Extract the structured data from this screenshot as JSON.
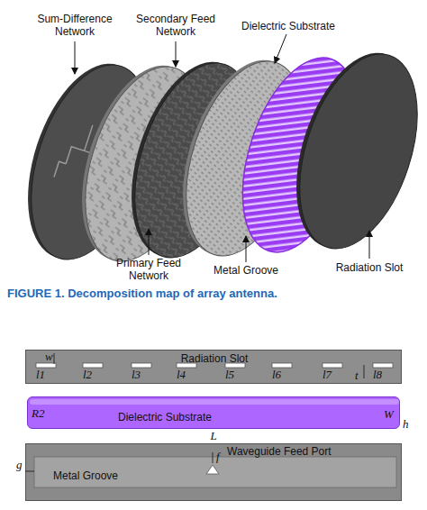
{
  "diagram": {
    "caption": "FIGURE 1. Decomposition map of array antenna.",
    "nodes": [
      {
        "text": [
          "Radiation Slot"
        ]
      },
      {
        "text": [
          "Dielectric Substrate"
        ]
      },
      {
        "text": [
          "Metal Groove"
        ]
      }
    ],
    "labels": [
      "Sum-Difference Network",
      "Secondary Feed Network",
      "Dielectric Substrate",
      "Primary Feed Network",
      "Metal Groove",
      "Radiation Slot",
      "w",
      "l1",
      "l2",
      "l3",
      "l4",
      "l5",
      "l6",
      "l7",
      "l8",
      "t",
      "R2",
      "W",
      "L",
      "h",
      "g",
      "f",
      "Waveguide Feed Port"
    ]
  }
}
